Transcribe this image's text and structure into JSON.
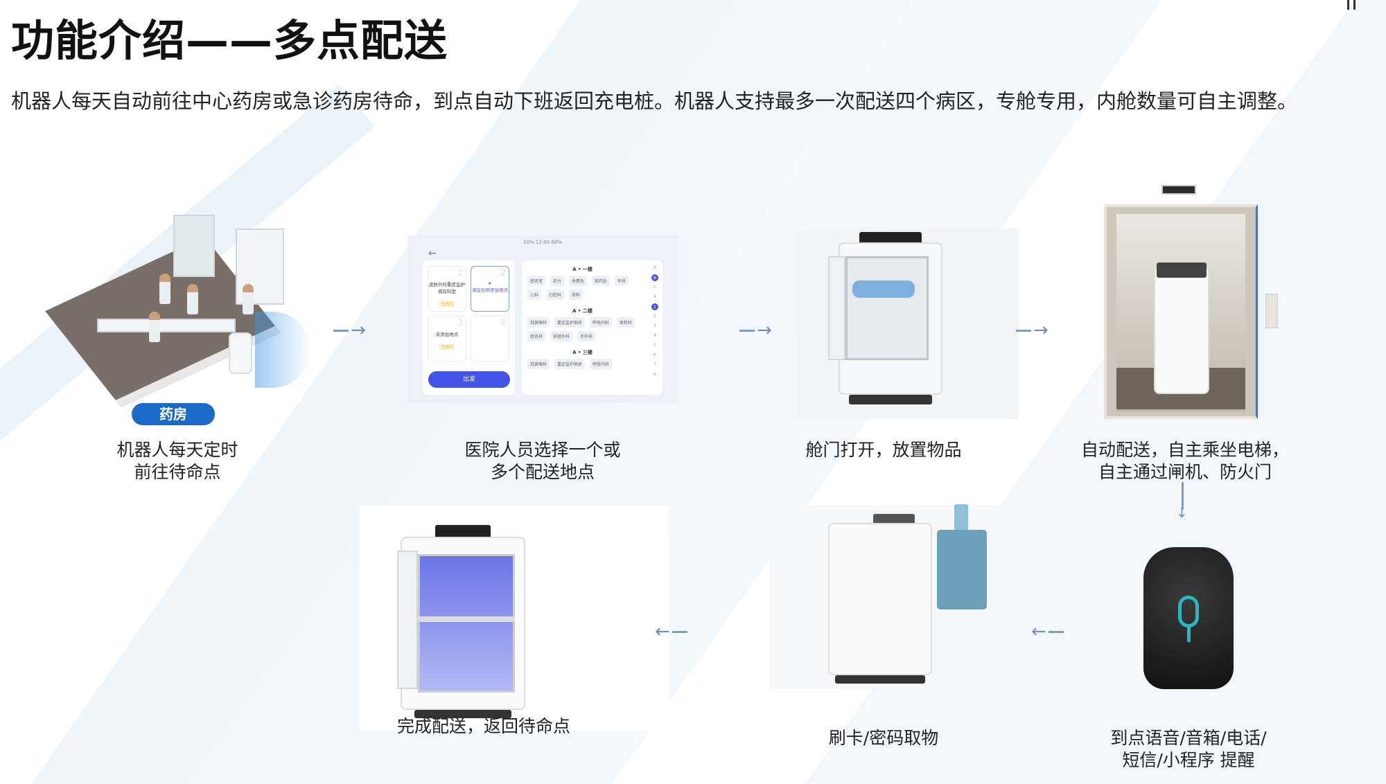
{
  "header": {
    "title": "功能介绍——多点配送"
  },
  "intro": "机器人每天自动前往中心药房或急诊药房待命，到点自动下班返回充电桩。机器人支持最多一次配送四个病区，专舱专用，内舱数量可自主调整。",
  "steps": [
    {
      "label_lines": [
        "机器人每天定时",
        "前往待命点"
      ],
      "badge": "药房"
    },
    {
      "label_lines": [
        "医院人员选择一个或",
        "多个配送地点"
      ]
    },
    {
      "label_lines": [
        "舱门打开，放置物品"
      ]
    },
    {
      "label_lines": [
        "自动配送，自主乘坐电梯，",
        "自主通过闸机、防火门"
      ]
    },
    {
      "label_lines": [
        "完成配送，返回待命点"
      ]
    },
    {
      "label_lines": [
        "刷卡/密码取物"
      ]
    },
    {
      "label_lines": [
        "到点语音/音箱/电话/",
        "短信/小程序 提醒"
      ]
    }
  ],
  "tablet": {
    "status": "10%  12:00  60%",
    "slots": [
      {
        "num": "1",
        "text": "皮肤外科重症监护病房科室",
        "tag": "已开门"
      },
      {
        "num": "2",
        "text": "请在右侧添加地点"
      },
      {
        "num": "3",
        "text": "未添加地点",
        "tag": "已开门"
      },
      {
        "num": "4",
        "text": ""
      }
    ],
    "go_label": "出发",
    "floors": [
      {
        "header": "A • 一楼",
        "chips": [
          "医务室",
          "前台",
          "收费处",
          "取药处",
          "外科",
          "儿科",
          "口腔科",
          "骨科"
        ]
      },
      {
        "header": "A • 二楼",
        "chips": [
          "耳鼻喉科",
          "重症监护病房",
          "呼吸内科",
          "体检科",
          "医务科",
          "肝胆外科",
          "手外科"
        ]
      },
      {
        "header": "A • 三楼",
        "chips": [
          "耳鼻喉科",
          "重症监护病房",
          "呼吸内科"
        ]
      }
    ],
    "index": [
      "A",
      "B",
      "C",
      "4",
      "1",
      "2",
      "3",
      "4",
      "5",
      "6",
      "7",
      "8"
    ]
  },
  "colors": {
    "accent": "#1b6ac9",
    "button": "#4355e8",
    "arrow": "#7f9dc6"
  }
}
